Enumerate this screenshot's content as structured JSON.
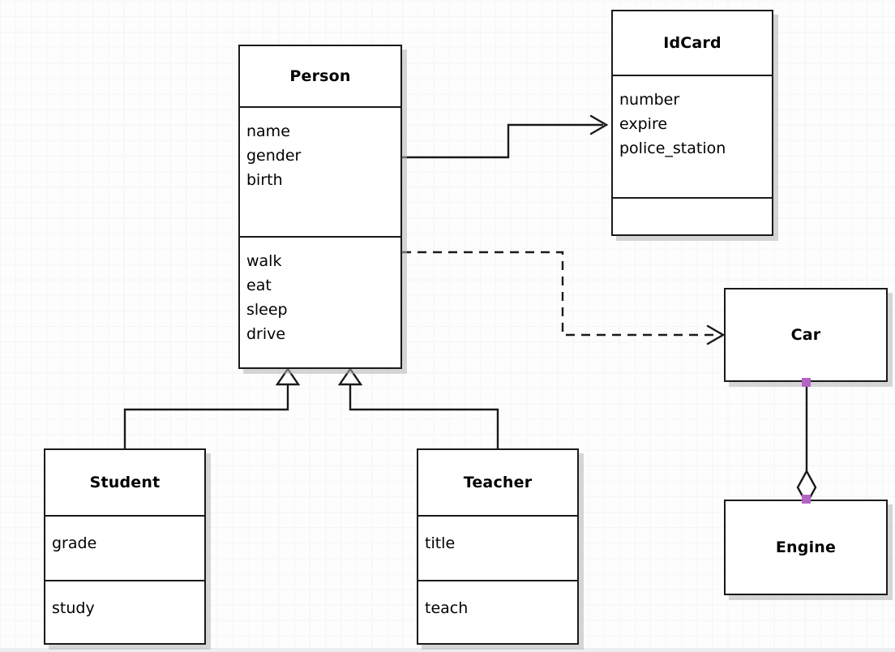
{
  "diagram": {
    "kind": "uml-class-diagram",
    "background": {
      "color": "#fdfdfd",
      "grid": "light-square-grid"
    },
    "accent_color": "#b364c4",
    "line_color": "#1a1a1a",
    "classes": [
      {
        "id": "person",
        "name": "Person",
        "attributes": [
          "name",
          "gender",
          "birth"
        ],
        "operations": [
          "walk",
          "eat",
          "sleep",
          "drive"
        ]
      },
      {
        "id": "idcard",
        "name": "IdCard",
        "attributes": [
          "number",
          "expire",
          "police_station"
        ],
        "operations": []
      },
      {
        "id": "car",
        "name": "Car",
        "attributes": [],
        "operations": []
      },
      {
        "id": "engine",
        "name": "Engine",
        "attributes": [],
        "operations": []
      },
      {
        "id": "student",
        "name": "Student",
        "attributes": [
          "grade"
        ],
        "operations": [
          "study"
        ]
      },
      {
        "id": "teacher",
        "name": "Teacher",
        "attributes": [
          "title"
        ],
        "operations": [
          "teach"
        ]
      }
    ],
    "relationships": [
      {
        "id": "person-idcard",
        "type": "association",
        "source": "Person",
        "target": "IdCard",
        "style": "solid",
        "arrow": "open-arrow"
      },
      {
        "id": "person-car",
        "type": "dependency",
        "source": "Person",
        "target": "Car",
        "style": "dashed",
        "arrow": "open-arrow"
      },
      {
        "id": "student-person",
        "type": "generalization",
        "source": "Student",
        "target": "Person",
        "style": "solid",
        "arrow": "hollow-triangle"
      },
      {
        "id": "teacher-person",
        "type": "generalization",
        "source": "Teacher",
        "target": "Person",
        "style": "solid",
        "arrow": "hollow-triangle"
      },
      {
        "id": "car-engine",
        "type": "aggregation",
        "source": "Car",
        "target": "Engine",
        "style": "solid",
        "arrow": "hollow-diamond"
      }
    ]
  }
}
